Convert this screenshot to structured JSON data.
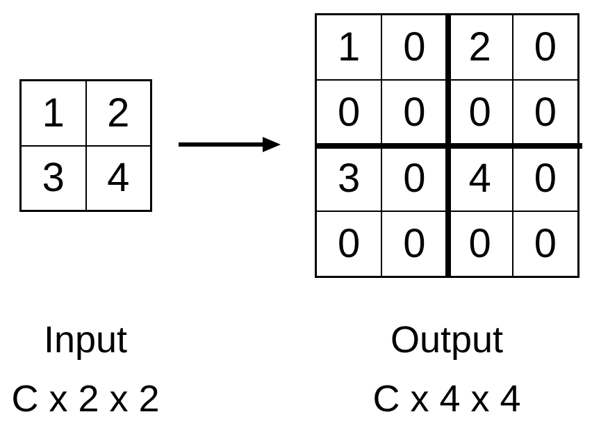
{
  "colors": {
    "background": "#ffffff",
    "line": "#000000",
    "text": "#000000"
  },
  "input": {
    "label": "Input",
    "dims": "C x 2 x 2",
    "rows": [
      [
        1,
        2
      ],
      [
        3,
        4
      ]
    ]
  },
  "output": {
    "label": "Output",
    "dims": "C x 4 x 4",
    "rows": [
      [
        1,
        0,
        2,
        0
      ],
      [
        0,
        0,
        0,
        0
      ],
      [
        3,
        0,
        4,
        0
      ],
      [
        0,
        0,
        0,
        0
      ]
    ]
  },
  "arrow": {
    "icon": "right-arrow",
    "direction": "left-to-right"
  }
}
